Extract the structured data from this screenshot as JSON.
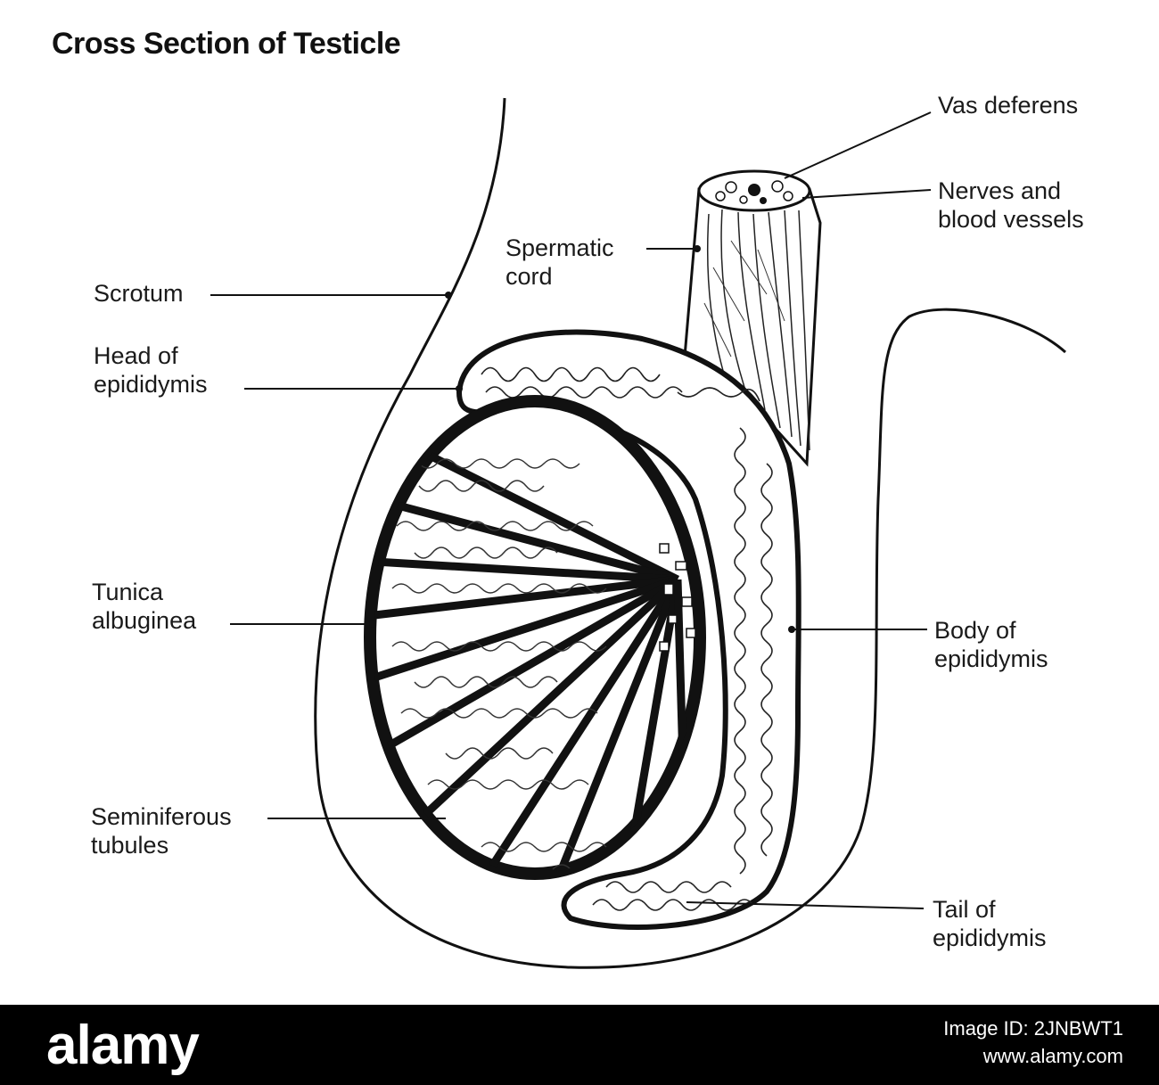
{
  "title": "Cross Section of Testicle",
  "labels": {
    "vas_deferens": "Vas deferens",
    "nerves_line1": "Nerves and",
    "nerves_line2": "blood vessels",
    "spermatic_line1": "Spermatic",
    "spermatic_line2": "cord",
    "scrotum": "Scrotum",
    "head_line1": "Head of",
    "head_line2": "epididymis",
    "tunica_line1": "Tunica",
    "tunica_line2": "albuginea",
    "body_line1": "Body of",
    "body_line2": "epididymis",
    "semi_line1": "Seminiferous",
    "semi_line2": "tubules",
    "tail_line1": "Tail of",
    "tail_line2": "epididymis"
  },
  "watermark": {
    "brand": "alamy",
    "image_id_label": "Image ID: 2JNBWT1",
    "site": "www.alamy.com"
  },
  "colors": {
    "ink": "#111111",
    "background": "#ffffff",
    "banner": "#000000"
  }
}
